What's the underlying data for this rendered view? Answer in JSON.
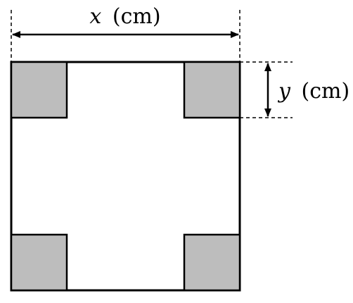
{
  "labels": {
    "width_var": "x",
    "width_unit": "(cm)",
    "height_var": "y",
    "height_unit": "(cm)"
  },
  "colors": {
    "stroke": "#000000",
    "square_fill": "#bdbdbd",
    "sheet_fill": "#ffffff"
  }
}
